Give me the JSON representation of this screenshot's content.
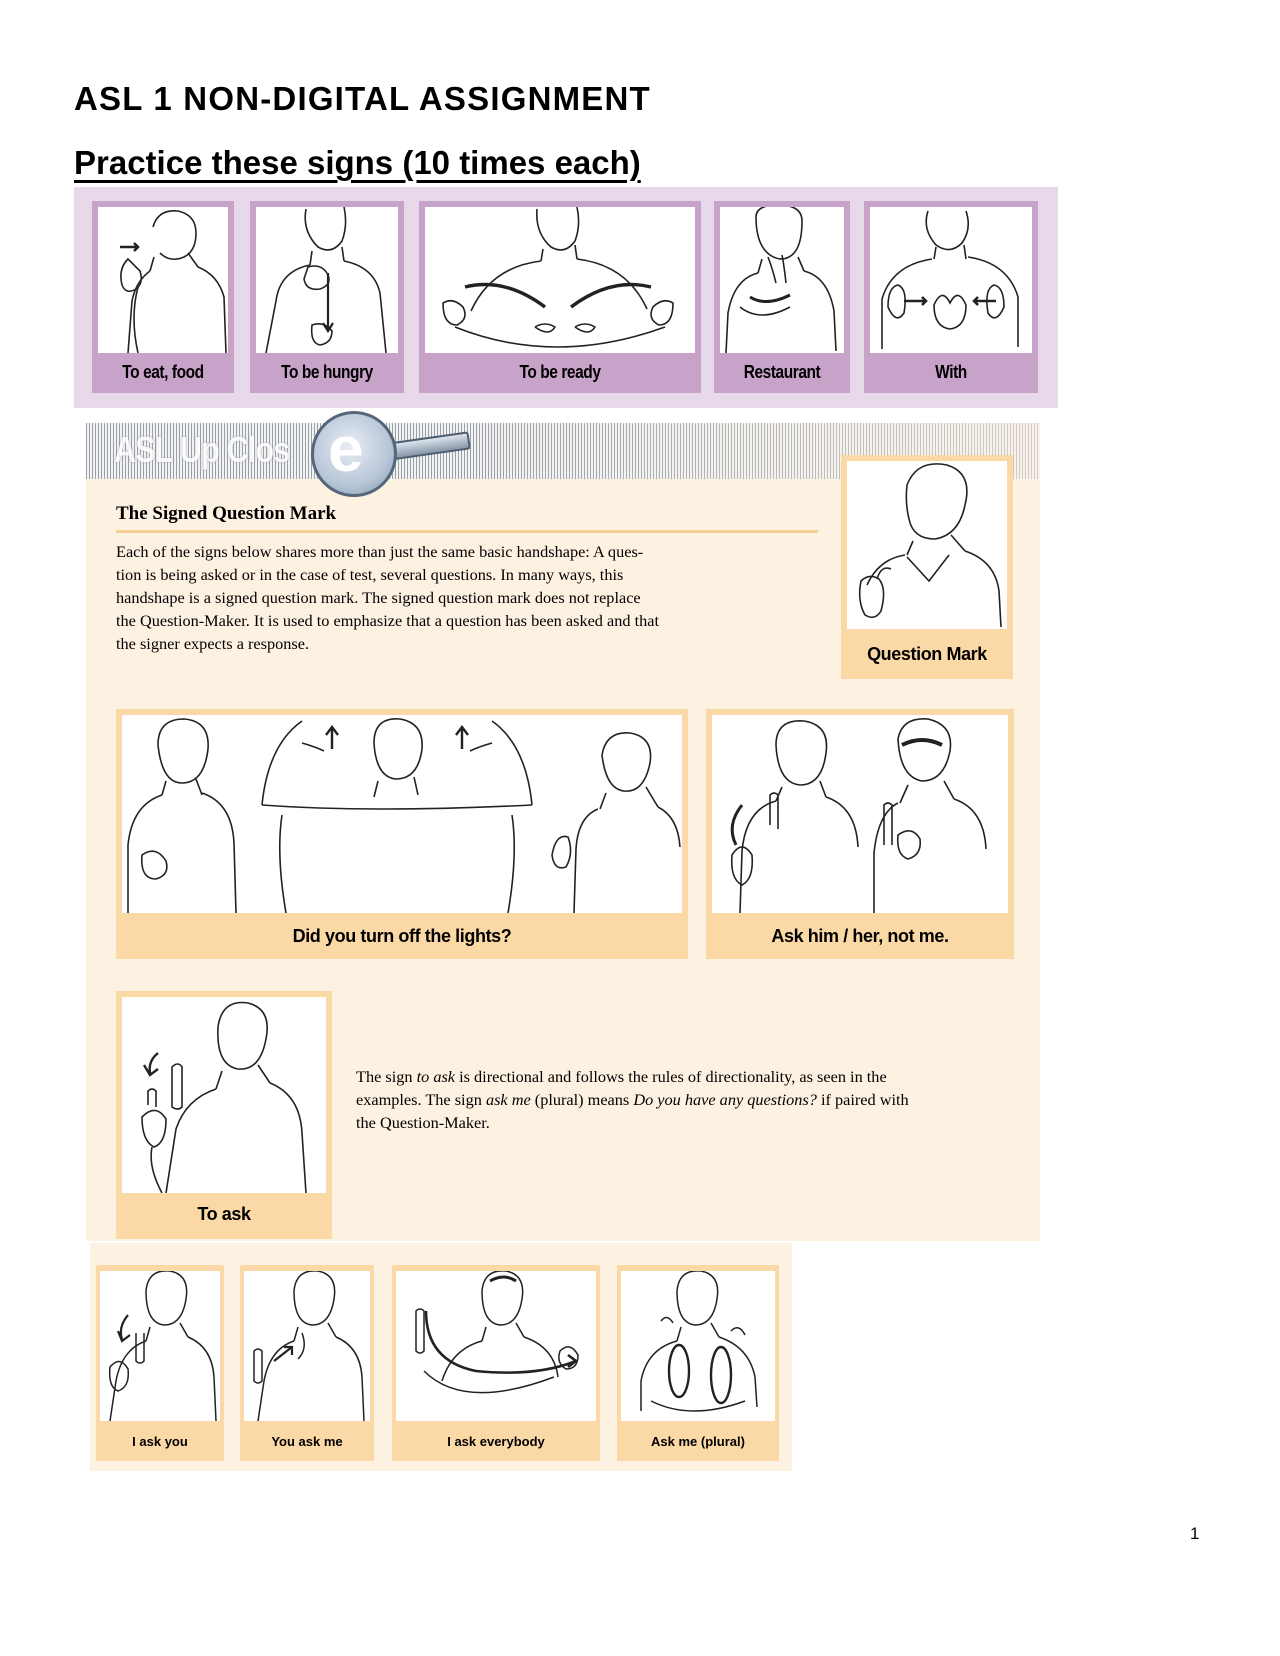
{
  "document": {
    "title": "ASL 1 NON-DIGITAL ASSIGNMENT",
    "subtitle": "Practice these signs (10 times each)",
    "page_number": "1"
  },
  "practice_signs": [
    {
      "label": "To eat, food",
      "icon": "sign-illustration-eat"
    },
    {
      "label": "To be hungry",
      "icon": "sign-illustration-hungry"
    },
    {
      "label": "To be ready",
      "icon": "sign-illustration-ready"
    },
    {
      "label": "Restaurant",
      "icon": "sign-illustration-restaurant"
    },
    {
      "label": "With",
      "icon": "sign-illustration-with"
    }
  ],
  "asl_up_close": {
    "banner_label": "ASL Up Clos",
    "banner_letter": "e",
    "section_title": "The Signed Question Mark",
    "body_lines": [
      "Each of the signs below shares more than just the same basic handshape: A ques-",
      "tion is being asked or in the case of test, several questions. In many ways, this",
      "handshape is a signed question mark. The signed question mark does not replace",
      "the Question-Maker. It is used to emphasize that a question has been asked and that",
      "the signer expects a response."
    ],
    "body_text": "Each of the signs below shares more than just the same basic handshape: A question is being asked or in the case of test, several questions. In many ways, this handshape is a signed question mark. The signed question mark does not replace the Question-Maker. It is used to emphasize that a question has been asked and that the signer expects a response.",
    "question_mark_caption": "Question Mark",
    "example_1_caption": "Did you turn off the lights?",
    "example_2_caption": "Ask him / her, not me.",
    "to_ask_caption": "To ask",
    "directional_note": {
      "part1": "The sign ",
      "em1": "to ask",
      "part2": " is directional and follows the rules of directionality, as seen in the examples. The sign ",
      "em2": "ask me",
      "part3": " (plural) means ",
      "em3": "Do you have any questions?",
      "part4": " if paired with the Question-Maker."
    }
  },
  "ask_variants": [
    {
      "label": "I ask you"
    },
    {
      "label": "You ask me"
    },
    {
      "label": "I ask everybody"
    },
    {
      "label": "Ask me (plural)"
    }
  ],
  "colors": {
    "purple_strip_bg": "#e8d9ea",
    "purple_card": "#c7a3c9",
    "peach_bg": "#fdf1e2",
    "peach_card": "#fbd9a6",
    "rule": "#f5cf96"
  }
}
